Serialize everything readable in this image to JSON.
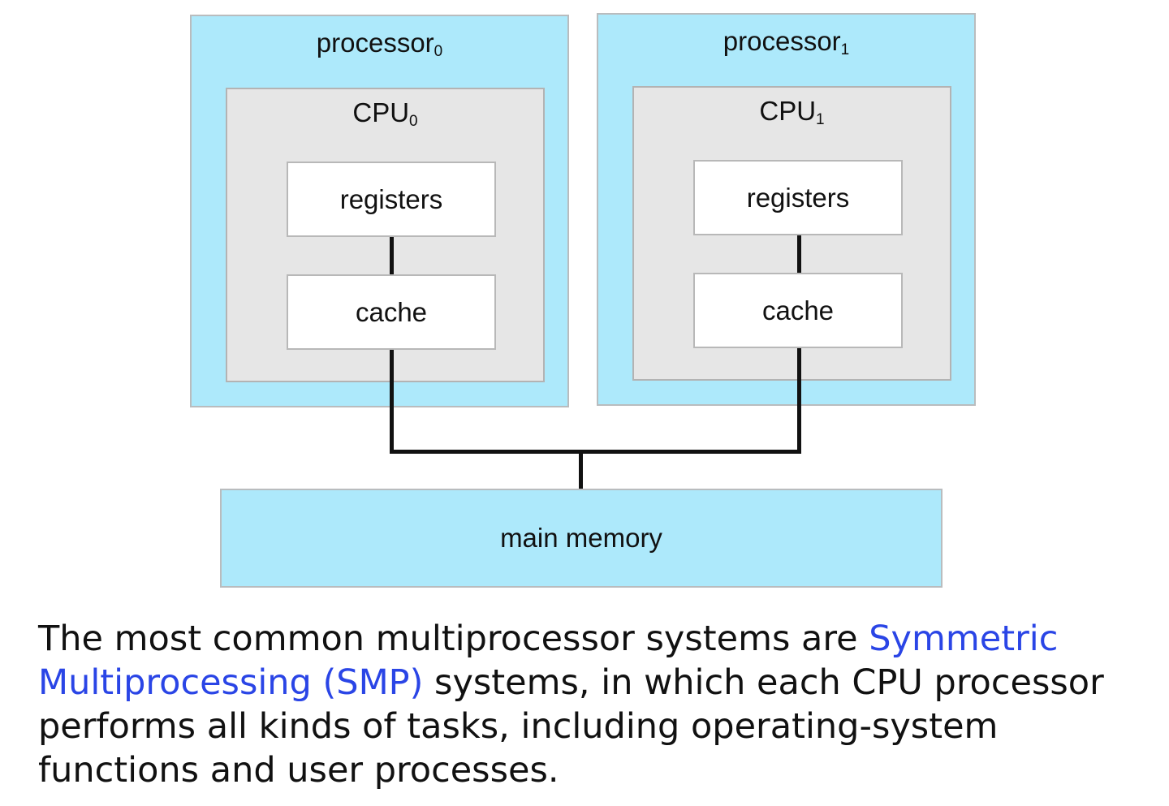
{
  "diagram": {
    "processors": [
      {
        "name": "processor",
        "subscript": "0",
        "cpu": {
          "name": "CPU",
          "subscript": "0"
        },
        "registers": "registers",
        "cache": "cache"
      },
      {
        "name": "processor",
        "subscript": "1",
        "cpu": {
          "name": "CPU",
          "subscript": "1"
        },
        "registers": "registers",
        "cache": "cache"
      }
    ],
    "memory": "main memory"
  },
  "caption": {
    "before": "The most common multiprocessor systems are ",
    "term": "Symmetric Multiprocessing (SMP)",
    "after": " systems, in which each CPU processor performs all kinds of tasks, including operating-system functions and user processes."
  },
  "colors": {
    "processor_fill": "#ade9fb",
    "cpu_fill": "#e6e6e6",
    "unit_fill": "#ffffff",
    "term_text": "#2a45e6"
  }
}
